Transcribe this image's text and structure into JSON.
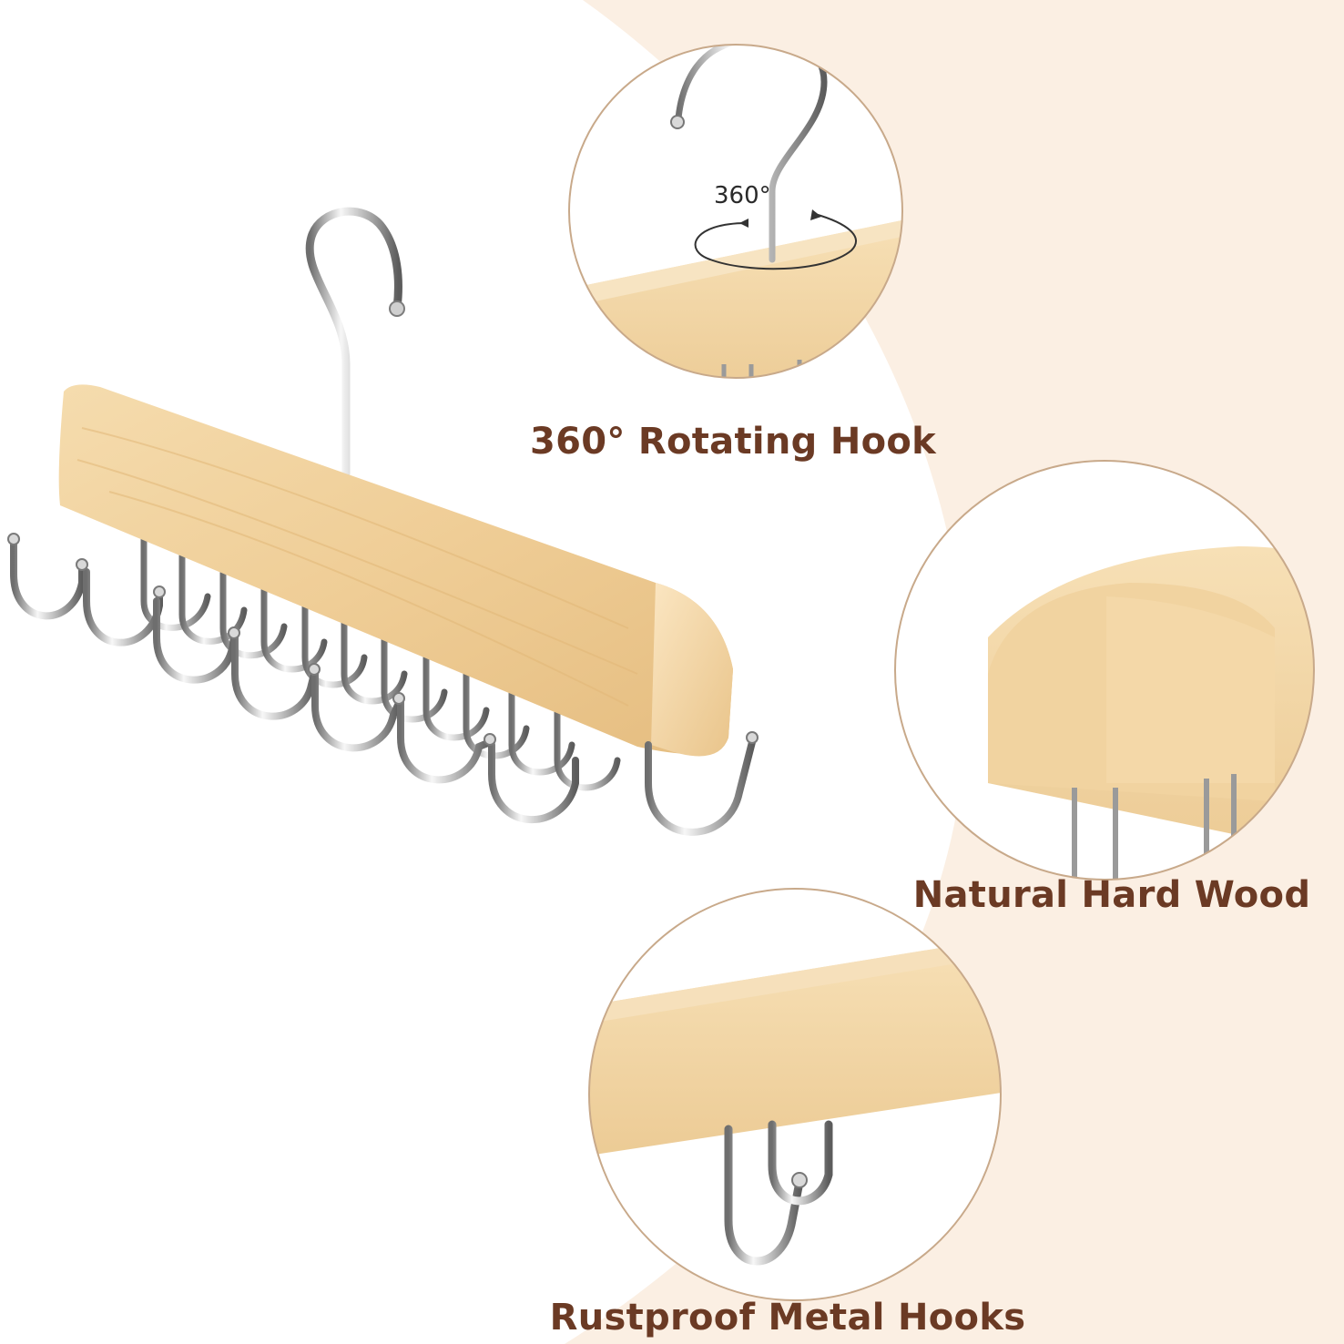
{
  "features": [
    {
      "id": "hook",
      "label": "360° Rotating Hook",
      "detail_label": "360°",
      "icon": "rotating-hook-icon"
    },
    {
      "id": "wood",
      "label": "Natural Hard Wood",
      "icon": "wood-grain-icon"
    },
    {
      "id": "metal",
      "label": "Rustproof Metal Hooks",
      "icon": "metal-hook-icon"
    }
  ],
  "colors": {
    "caption": "#6b3a24",
    "wood_light": "#f6ddb0",
    "wood_mid": "#ecc88f",
    "wood_dark": "#d9ae6c",
    "steel_light": "#f4f4f4",
    "steel_dark": "#7e7e7e",
    "circle_border": "#c8a98a",
    "background_curve": "#fbefe3"
  }
}
